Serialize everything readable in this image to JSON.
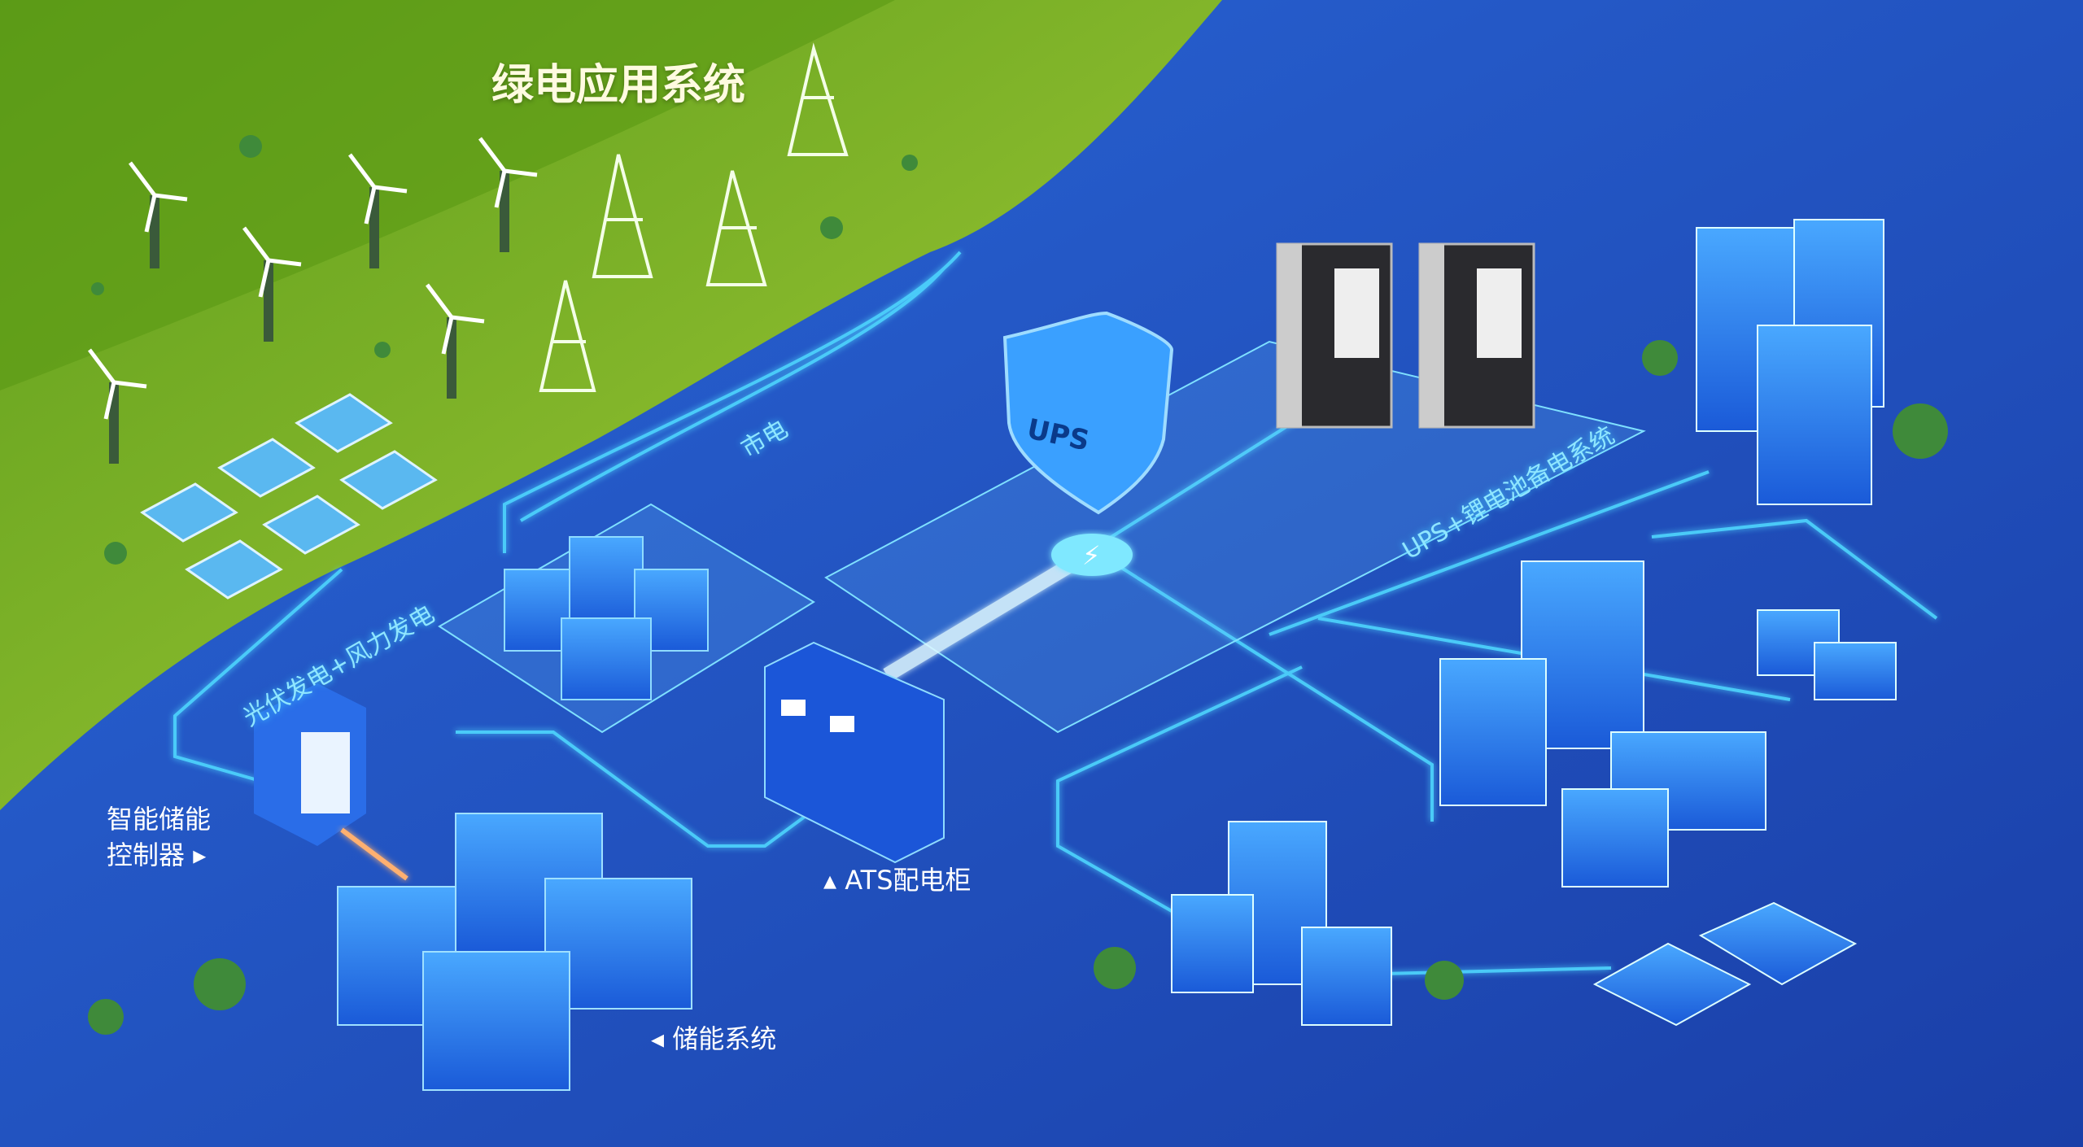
{
  "title": "绿电应用系统",
  "labels": {
    "grid": "市电",
    "pv_wind": "光伏发电+风力发电",
    "ups_system": "UPS+锂电池备电系统",
    "ups": "UPS",
    "controller_line1": "智能储能控制器",
    "ats": "ATS配电柜",
    "storage": "储能系统"
  },
  "colors": {
    "green": "#7fb82a",
    "blue": "#1f4fc0",
    "glow": "#4fd8ff"
  }
}
